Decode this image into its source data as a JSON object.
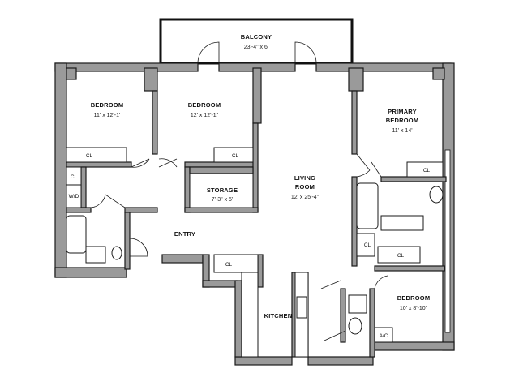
{
  "rooms": {
    "balcony": {
      "name": "BALCONY",
      "dims": "23'-4\" x 6'"
    },
    "bedroom1": {
      "name": "BEDROOM",
      "dims": "11' x 12'-1'"
    },
    "bedroom2": {
      "name": "BEDROOM",
      "dims": "12' x 12'-1\""
    },
    "primary": {
      "name1": "PRIMARY",
      "name2": "BEDROOM",
      "dims": "11' x 14'"
    },
    "living": {
      "name1": "LIVING",
      "name2": "ROOM",
      "dims": "12' x 25'-4\""
    },
    "storage": {
      "name": "STORAGE",
      "dims": "7'-3\" x 5'"
    },
    "entry": {
      "name": "ENTRY"
    },
    "kitchen": {
      "name": "KITCHEN"
    },
    "bedroom3": {
      "name": "BEDROOM",
      "dims": "10' x 8'-10\""
    }
  },
  "labels": {
    "closet": "CL",
    "washer_dryer": "W/D",
    "ac": "A/C"
  }
}
